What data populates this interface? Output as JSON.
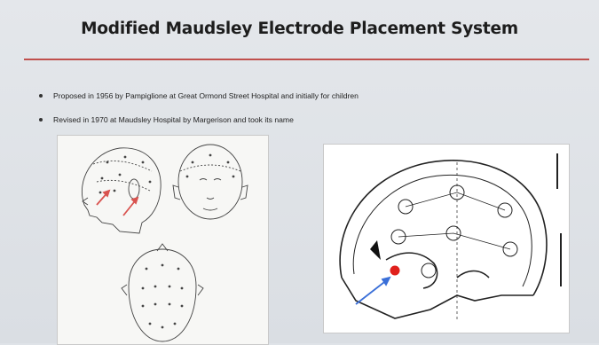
{
  "slide": {
    "title": "Modified Maudsley Electrode Placement System",
    "bullets": [
      "Proposed in 1956 by Pampiglione at Great Ormond Street Hospital and initially for children",
      "Revised in 1970 at Maudsley Hospital by Margerison and took its name"
    ]
  },
  "colors": {
    "title_rule": "#c0504d",
    "arrow_red": "#d9534f",
    "arrow_blue": "#3a6fd8",
    "marker_red": "#e0201c"
  },
  "figures": {
    "left": {
      "icon": "head-diagrams-illustration"
    },
    "right": {
      "icon": "sagittal-skull-section-illustration"
    }
  }
}
